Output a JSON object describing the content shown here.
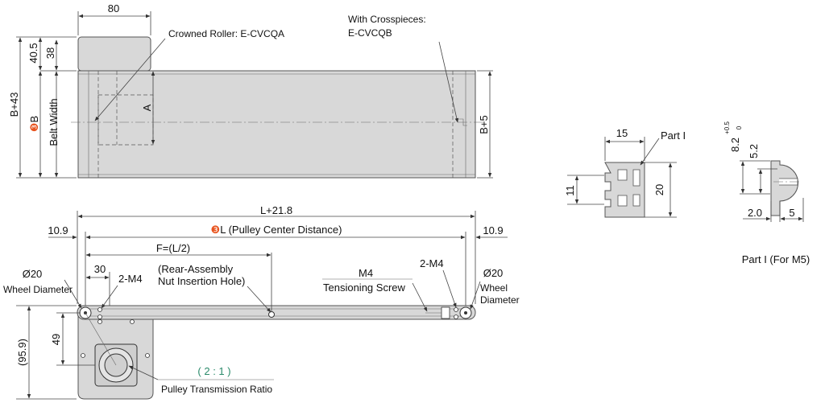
{
  "top_view": {
    "dim_width": "80",
    "dim_40_5": "40.5",
    "dim_38": "38",
    "dim_b43": "B+43",
    "dim_b_num": "❸",
    "dim_b_letter": "B",
    "belt_width": "Belt Width",
    "dim_a": "A",
    "dim_b5": "B+5",
    "crowned_roller": "Crowned Roller: E-CVCQA",
    "crosspieces_1": "With Crosspieces:",
    "crosspieces_2": "E-CVCQB"
  },
  "side_view": {
    "l_plus": "L+21.8",
    "l_num": "❸",
    "l_label": "L (Pulley Center Distance)",
    "left_109": "10.9",
    "right_109": "10.9",
    "f_label": "F=(L/2)",
    "dim_30": "30",
    "left_2m4": "2-M4",
    "rear_1": "(Rear-Assembly",
    "rear_2": "Nut Insertion Hole)",
    "m4": "M4",
    "tension": "Tensioning Screw",
    "right_2m4": "2-M4",
    "left_d20": "Ø20",
    "left_wheel": "Wheel Diameter",
    "right_d20": "Ø20",
    "right_wheel_1": "Wheel",
    "right_wheel_2": "Diameter",
    "dim_95_9": "(95.9)",
    "dim_49": "49",
    "ratio": "( 2 : 1 )",
    "ratio_label": "Pulley Transmission Ratio"
  },
  "part_i": {
    "part_label": "Part I",
    "dim_15": "15",
    "dim_11": "11",
    "dim_20": "20"
  },
  "part_i_m5": {
    "dim_8_2": "8.2",
    "tol_up": "+0.5",
    "tol_low": "0",
    "dim_5_2": "5.2",
    "dim_2_0": "2.0",
    "dim_5": "5",
    "caption": "Part I (For M5)"
  },
  "colors": {
    "accent": "#e8541f",
    "ratio": "#2a8a6a",
    "body": "#d9d9d9"
  }
}
